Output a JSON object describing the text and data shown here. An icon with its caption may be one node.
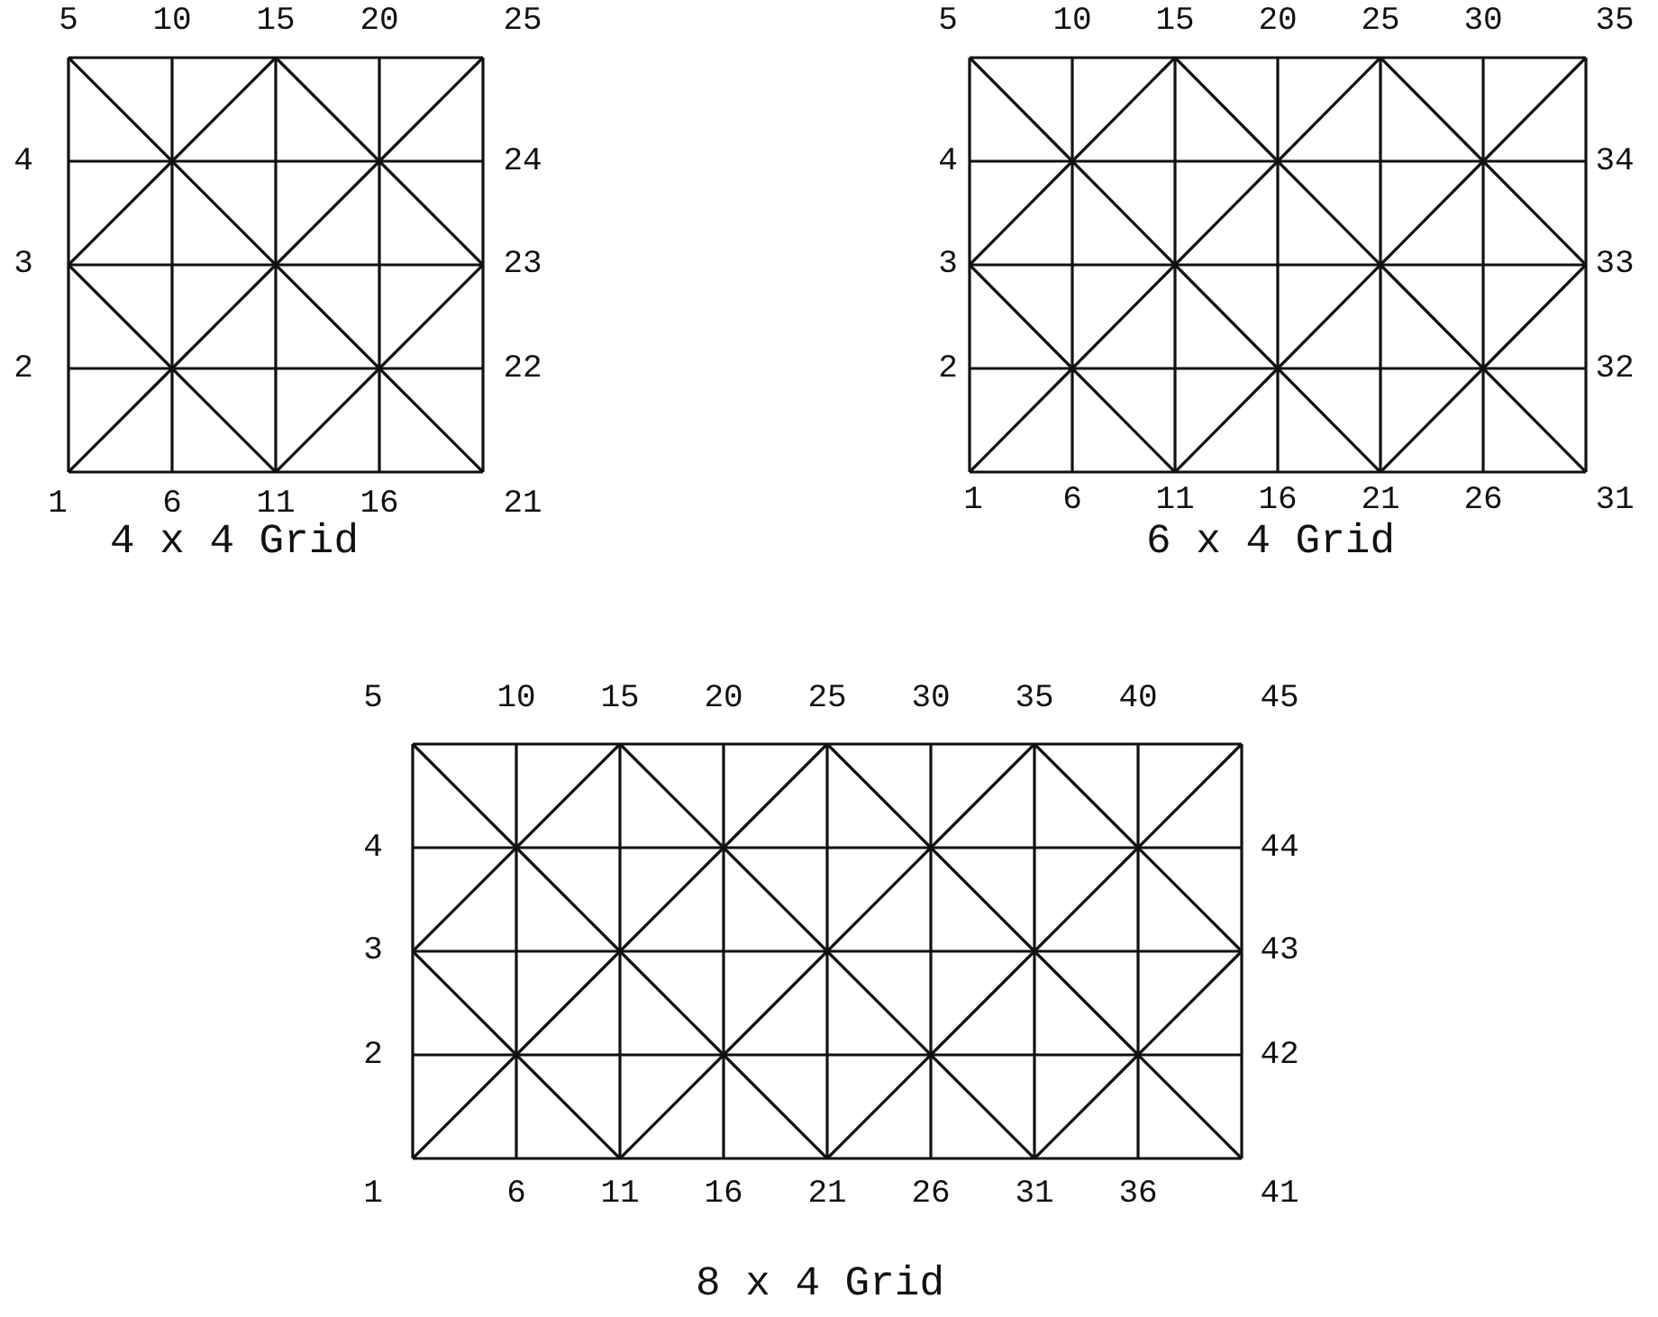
{
  "diagram": {
    "labels": [
      "5",
      "10",
      "15",
      "20",
      "25",
      "4",
      "24",
      "3",
      "23",
      "2",
      "22",
      "1",
      "6",
      "11",
      "16",
      "21",
      "4 x 4 Grid",
      "5",
      "10",
      "15",
      "20",
      "25",
      "30",
      "35",
      "4",
      "34",
      "3",
      "33",
      "2",
      "32",
      "1",
      "6",
      "11",
      "16",
      "21",
      "26",
      "31",
      "6 x 4 Grid",
      "5",
      "10",
      "15",
      "20",
      "25",
      "30",
      "35",
      "40",
      "45",
      "4",
      "44",
      "3",
      "43",
      "2",
      "42",
      "1",
      "6",
      "11",
      "16",
      "21",
      "26",
      "31",
      "36",
      "41",
      "8 x 4 Grid"
    ]
  }
}
